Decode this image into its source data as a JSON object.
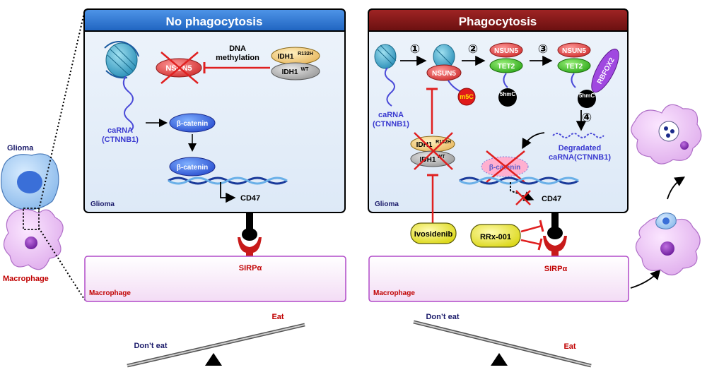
{
  "left_cells": {
    "glioma_label": "Glioma",
    "macrophage_label": "Macrophage"
  },
  "panel_left": {
    "title": "No phagocytosis",
    "nsun5": "NSUN5",
    "dna_methylation_line1": "DNA",
    "dna_methylation_line2": "methylation",
    "idh1_mut": "IDH1",
    "idh1_mut_sup": "R132H",
    "idh1_wt": "IDH1",
    "idh1_wt_sup": "WT",
    "carna_line1": "caRNA",
    "carna_line2": "(CTNNB1)",
    "beta_catenin_1": "β-catenin",
    "beta_catenin_2": "β-catenin",
    "cd47": "CD47",
    "glioma": "Glioma",
    "sirpa": "SIRPα",
    "macrophage": "Macrophage"
  },
  "panel_right": {
    "title": "Phagocytosis",
    "step1": "①",
    "step2": "②",
    "step3": "③",
    "step4": "④",
    "nsun5_a": "NSUN5",
    "nsun5_b": "NSUN5",
    "nsun5_c": "NSUN5",
    "tet2_a": "TET2",
    "tet2_b": "TET2",
    "m5c": "m5C",
    "hmc_a": "5hmC",
    "hmc_b": "5hmC",
    "rbfox2": "RBFOX2",
    "carna_line1": "caRNA",
    "carna_line2": "(CTNNB1)",
    "idh1_mut": "IDH1",
    "idh1_mut_sup": "R132H",
    "idh1_wt": "IDH1",
    "idh1_wt_sup": "WT",
    "degraded_line1": "Degradated",
    "degraded_line2": "caRNA(CTNNB1)",
    "beta_catenin": "β-catenin",
    "cd47": "CD47",
    "glioma": "Glioma",
    "ivosidenib": "Ivosidenib",
    "rrx001": "RRx-001",
    "sirpa": "SIRPα",
    "macrophage": "Macrophage"
  },
  "balance_left": {
    "high": "Eat",
    "low": "Don’t eat"
  },
  "balance_right": {
    "high": "Don’t eat",
    "low": "Eat"
  },
  "colors": {
    "left_header": "#2f7ed8",
    "right_header": "#8b1a1a",
    "inhibit_red": "#e02020",
    "label_blue": "#3a3ad0",
    "label_red": "#c00000",
    "label_navy": "#1a1a6a"
  }
}
